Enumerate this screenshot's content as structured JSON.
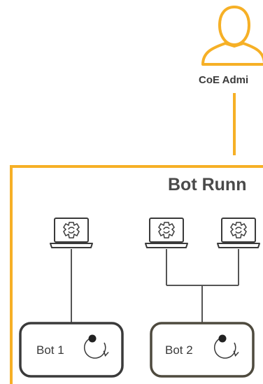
{
  "colors": {
    "accent": "#F6B026",
    "dark": "#3a3a3a",
    "bot2_border": "#4e4a3e"
  },
  "admin": {
    "icon": "person-icon",
    "label": "CoE Admi"
  },
  "group": {
    "title": "Bot Runn"
  },
  "machines": [
    {
      "icon": "laptop-gear-icon"
    },
    {
      "icon": "laptop-gear-icon"
    },
    {
      "icon": "laptop-gear-icon"
    }
  ],
  "bots": [
    {
      "label": "Bot 1",
      "icon": "refresh-icon"
    },
    {
      "label": "Bot 2",
      "icon": "refresh-icon"
    }
  ]
}
